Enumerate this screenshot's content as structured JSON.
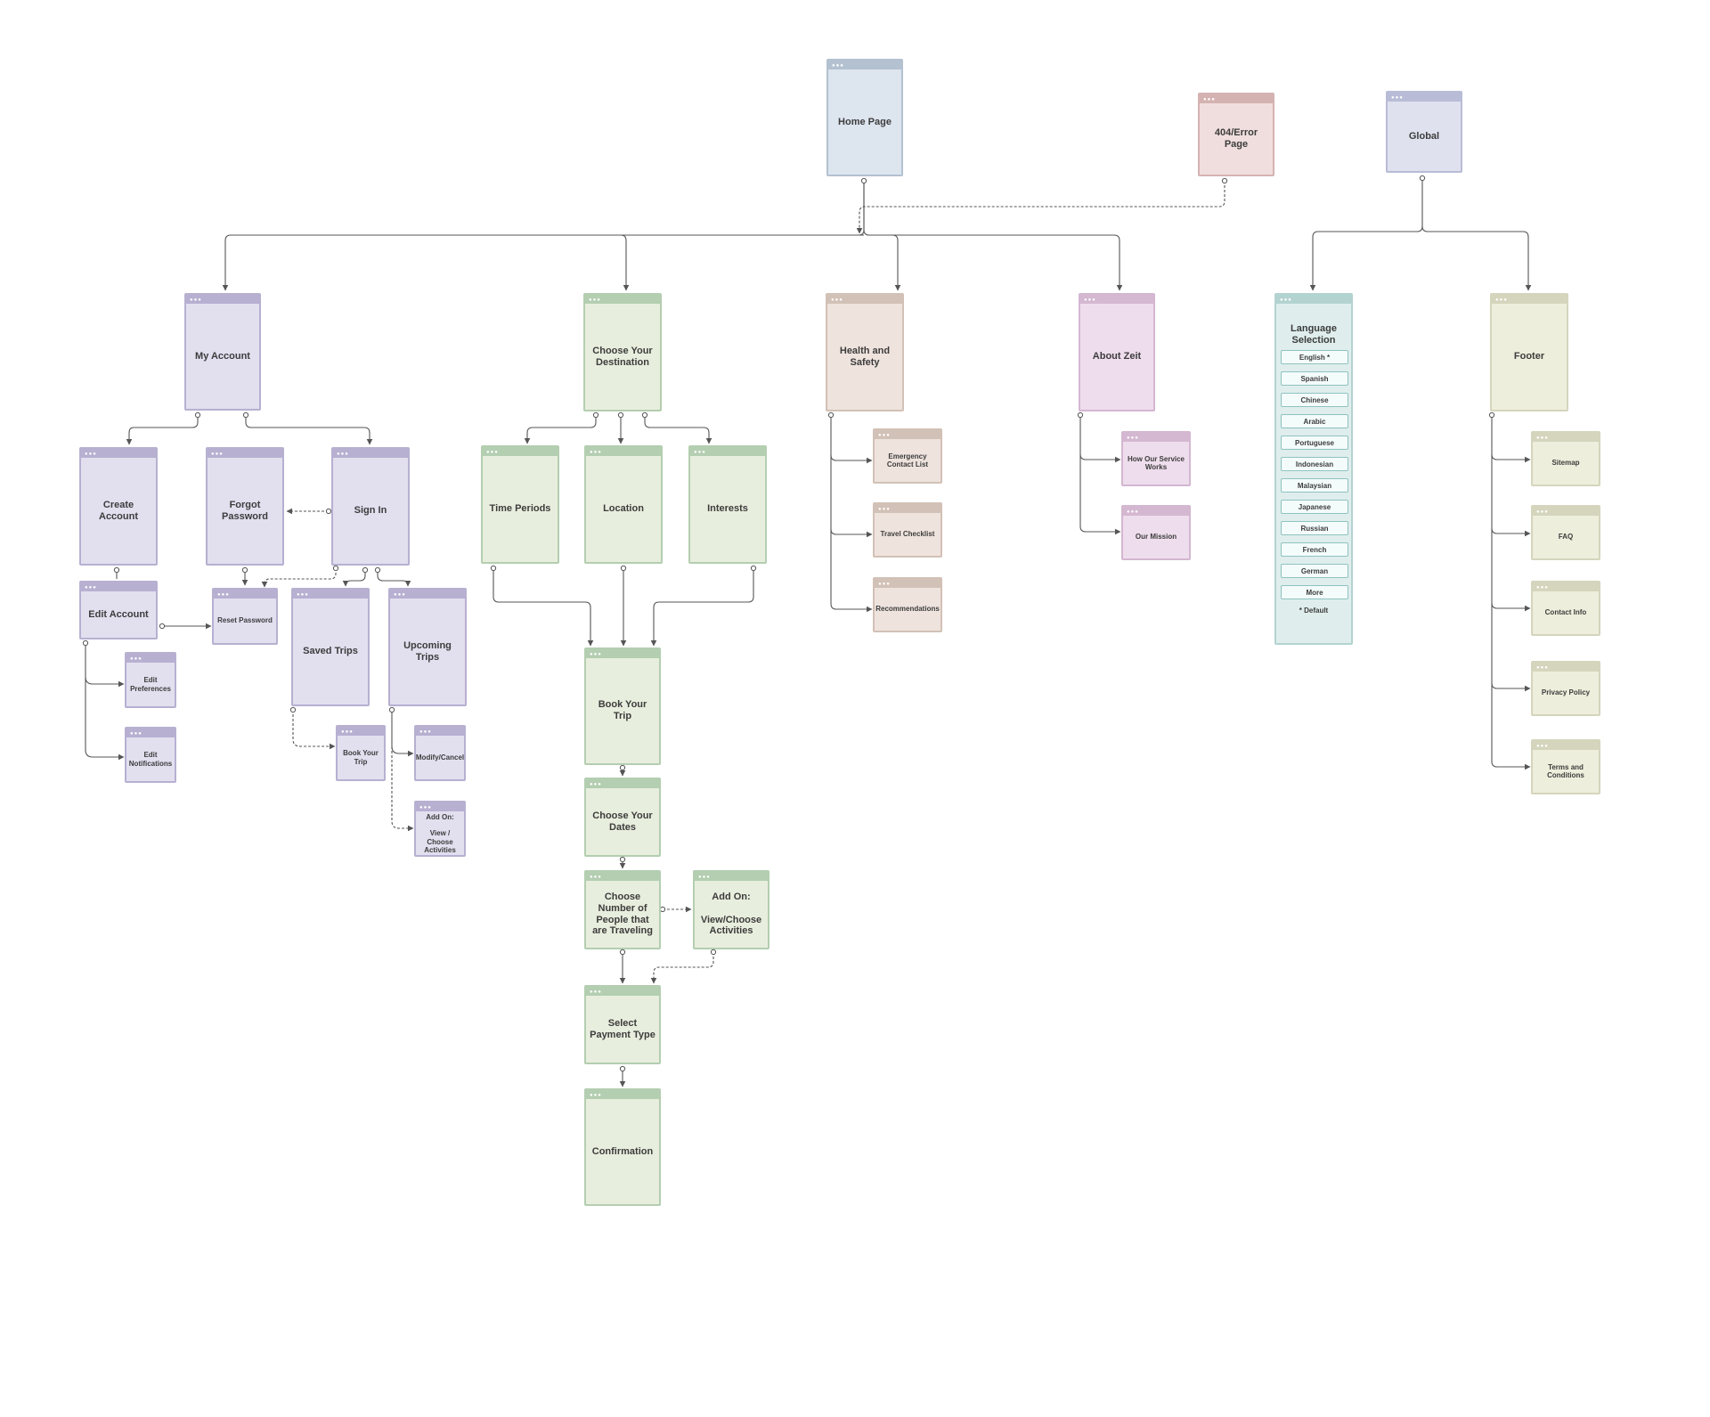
{
  "colors": {
    "purple": "#b7b0d1",
    "green": "#b3ceb0",
    "brown": "#d2c1b6",
    "pink": "#d4b7d1",
    "olive": "#d5d5bd",
    "blue": "#b3c1d1",
    "red": "#d5b2b2",
    "teal": "#b3d3d1",
    "connector": "#555555"
  },
  "window_dots": "●●●",
  "pages": {
    "home": "Home Page",
    "error": "404/Error Page",
    "global": "Global",
    "my_account": "My Account",
    "create_account": "Create Account",
    "forgot_password": "Forgot Password",
    "sign_in": "Sign In",
    "edit_account": "Edit Account",
    "reset_password": "Reset Password",
    "edit_preferences": "Edit Preferences",
    "edit_notifications": "Edit Notifications",
    "saved_trips": "Saved Trips",
    "upcoming_trips": "Upcoming Trips",
    "book_your_trip_small": "Book Your Trip",
    "modify_cancel": "Modify/Cancel",
    "add_on_small": "Add On:\n\nView / Choose Activities",
    "choose_destination": "Choose Your Destination",
    "time_periods": "Time Periods",
    "location": "Location",
    "interests": "Interests",
    "book_your_trip": "Book Your Trip",
    "choose_dates": "Choose Your Dates",
    "choose_people": "Choose Number of People that are Traveling",
    "add_on": "Add On:\n\nView/Choose Activities",
    "select_payment": "Select Payment Type",
    "confirmation": "Confirmation",
    "health_safety": "Health and Safety",
    "emergency_contact": "Emergency Contact List",
    "travel_checklist": "Travel Checklist",
    "recommendations": "Recommendations",
    "about_zeit": "About Zeit",
    "how_service_works": "How Our Service Works",
    "our_mission": "Our Mission",
    "footer": "Footer",
    "sitemap": "Sitemap",
    "faq": "FAQ",
    "contact_info": "Contact Info",
    "privacy_policy": "Privacy Policy",
    "terms_conditions": "Terms and Conditions"
  },
  "language_selection": {
    "title": "Language Selection",
    "options": [
      "English *",
      "Spanish",
      "Chinese",
      "Arabic",
      "Portuguese",
      "Indonesian",
      "Malaysian",
      "Japanese",
      "Russian",
      "French",
      "German",
      "More"
    ],
    "note": "* Default"
  }
}
